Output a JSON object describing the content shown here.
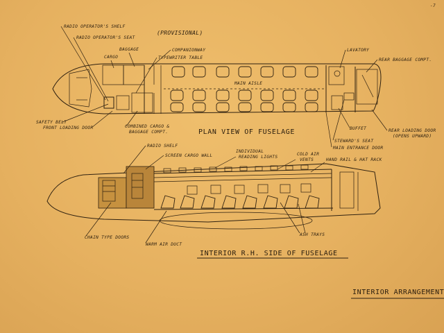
{
  "page_number": "-7",
  "plan": {
    "title": "PLAN VIEW OF FUSELAGE",
    "labels": {
      "radio_operators_shelf": "RADIO OPERATOR'S SHELF",
      "radio_operators_seat": "RADIO OPERATOR'S SEAT",
      "provisional": "(PROVISIONAL)",
      "baggage": "BAGGAGE",
      "cargo": "CARGO",
      "companionway": "COMPANIONWAY",
      "typewriter_table": "TYPEWRITER TABLE",
      "main_aisle": "MAIN AISLE",
      "lavatory": "LAVATORY",
      "rear_baggage_compt": "REAR BAGGAGE COMPT.",
      "safety_belt": "SAFETY BELT",
      "front_loading_door": "FRONT LOADING DOOR",
      "combined_cargo_1": "COMBINED CARGO &",
      "combined_cargo_2": "BAGGAGE COMPT.",
      "buffet": "BUFFET",
      "stewards_seat": "STEWARD'S SEAT",
      "main_entrance_door": "MAIN ENTRANCE DOOR",
      "rear_loading_door": "REAR LOADING DOOR",
      "opens_upward": "(OPENS UPWARD)"
    }
  },
  "interior": {
    "title": "INTERIOR R.H. SIDE OF FUSELAGE",
    "labels": {
      "radio_shelf": "RADIO SHELF",
      "screen_cargo_wall": "SCREEN CARGO WALL",
      "individual": "INDIVIDUAL",
      "reading_lights": "READING LIGHTS",
      "cold_air": "COLD AIR",
      "vents": "VENTS",
      "hand_rail_hat_rack": "HAND RAIL & HAT RACK",
      "chain_type_doors": "CHAIN TYPE DOORS",
      "warm_air_duct": "WARM AIR DUCT",
      "ash_trays": "ASH TRAYS"
    }
  },
  "sheet_title": "INTERIOR ARRANGEMENT",
  "colors": {
    "paper": "#e7b463",
    "ink": "#2e2010"
  }
}
